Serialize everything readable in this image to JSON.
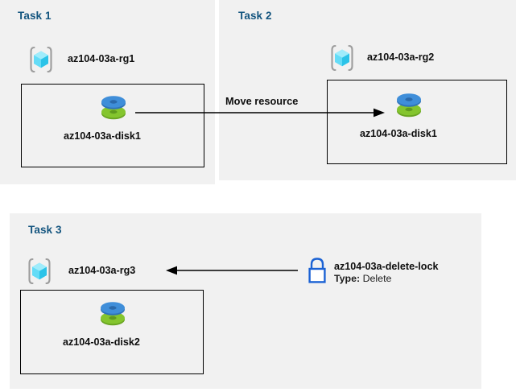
{
  "diagram": {
    "title_color": "#14557f",
    "panel_bg": "#f1f1f1",
    "page_bg": "#ffffff",
    "line_color": "#000000",
    "disk_top_color": "#3d8dd7",
    "disk_bottom_color": "#7cbb2a",
    "rg_cube_color": "#3fd2f2",
    "rg_bracket_color": "#9d9d9d",
    "lock_color": "#1b62d4"
  },
  "panels": [
    {
      "id": "task1",
      "title": "Task 1",
      "resource_group": {
        "label": "az104-03a-rg1",
        "icon": "resource-group-icon"
      },
      "resource": {
        "label": "az104-03a-disk1",
        "icon": "managed-disk-icon"
      }
    },
    {
      "id": "task2",
      "title": "Task 2",
      "resource_group": {
        "label": "az104-03a-rg2",
        "icon": "resource-group-icon"
      },
      "resource": {
        "label": "az104-03a-disk1",
        "icon": "managed-disk-icon"
      }
    },
    {
      "id": "task3",
      "title": "Task 3",
      "resource_group": {
        "label": "az104-03a-rg3",
        "icon": "resource-group-icon"
      },
      "resource": {
        "label": "az104-03a-disk2",
        "icon": "managed-disk-icon"
      }
    }
  ],
  "connectors": [
    {
      "id": "move-arrow",
      "label": "Move resource",
      "direction": "right"
    },
    {
      "id": "lock-arrow",
      "label": "",
      "direction": "left"
    }
  ],
  "lock": {
    "icon": "lock-icon",
    "name": "az104-03a-delete-lock",
    "type_key": "Type:",
    "type_value": "Delete"
  }
}
